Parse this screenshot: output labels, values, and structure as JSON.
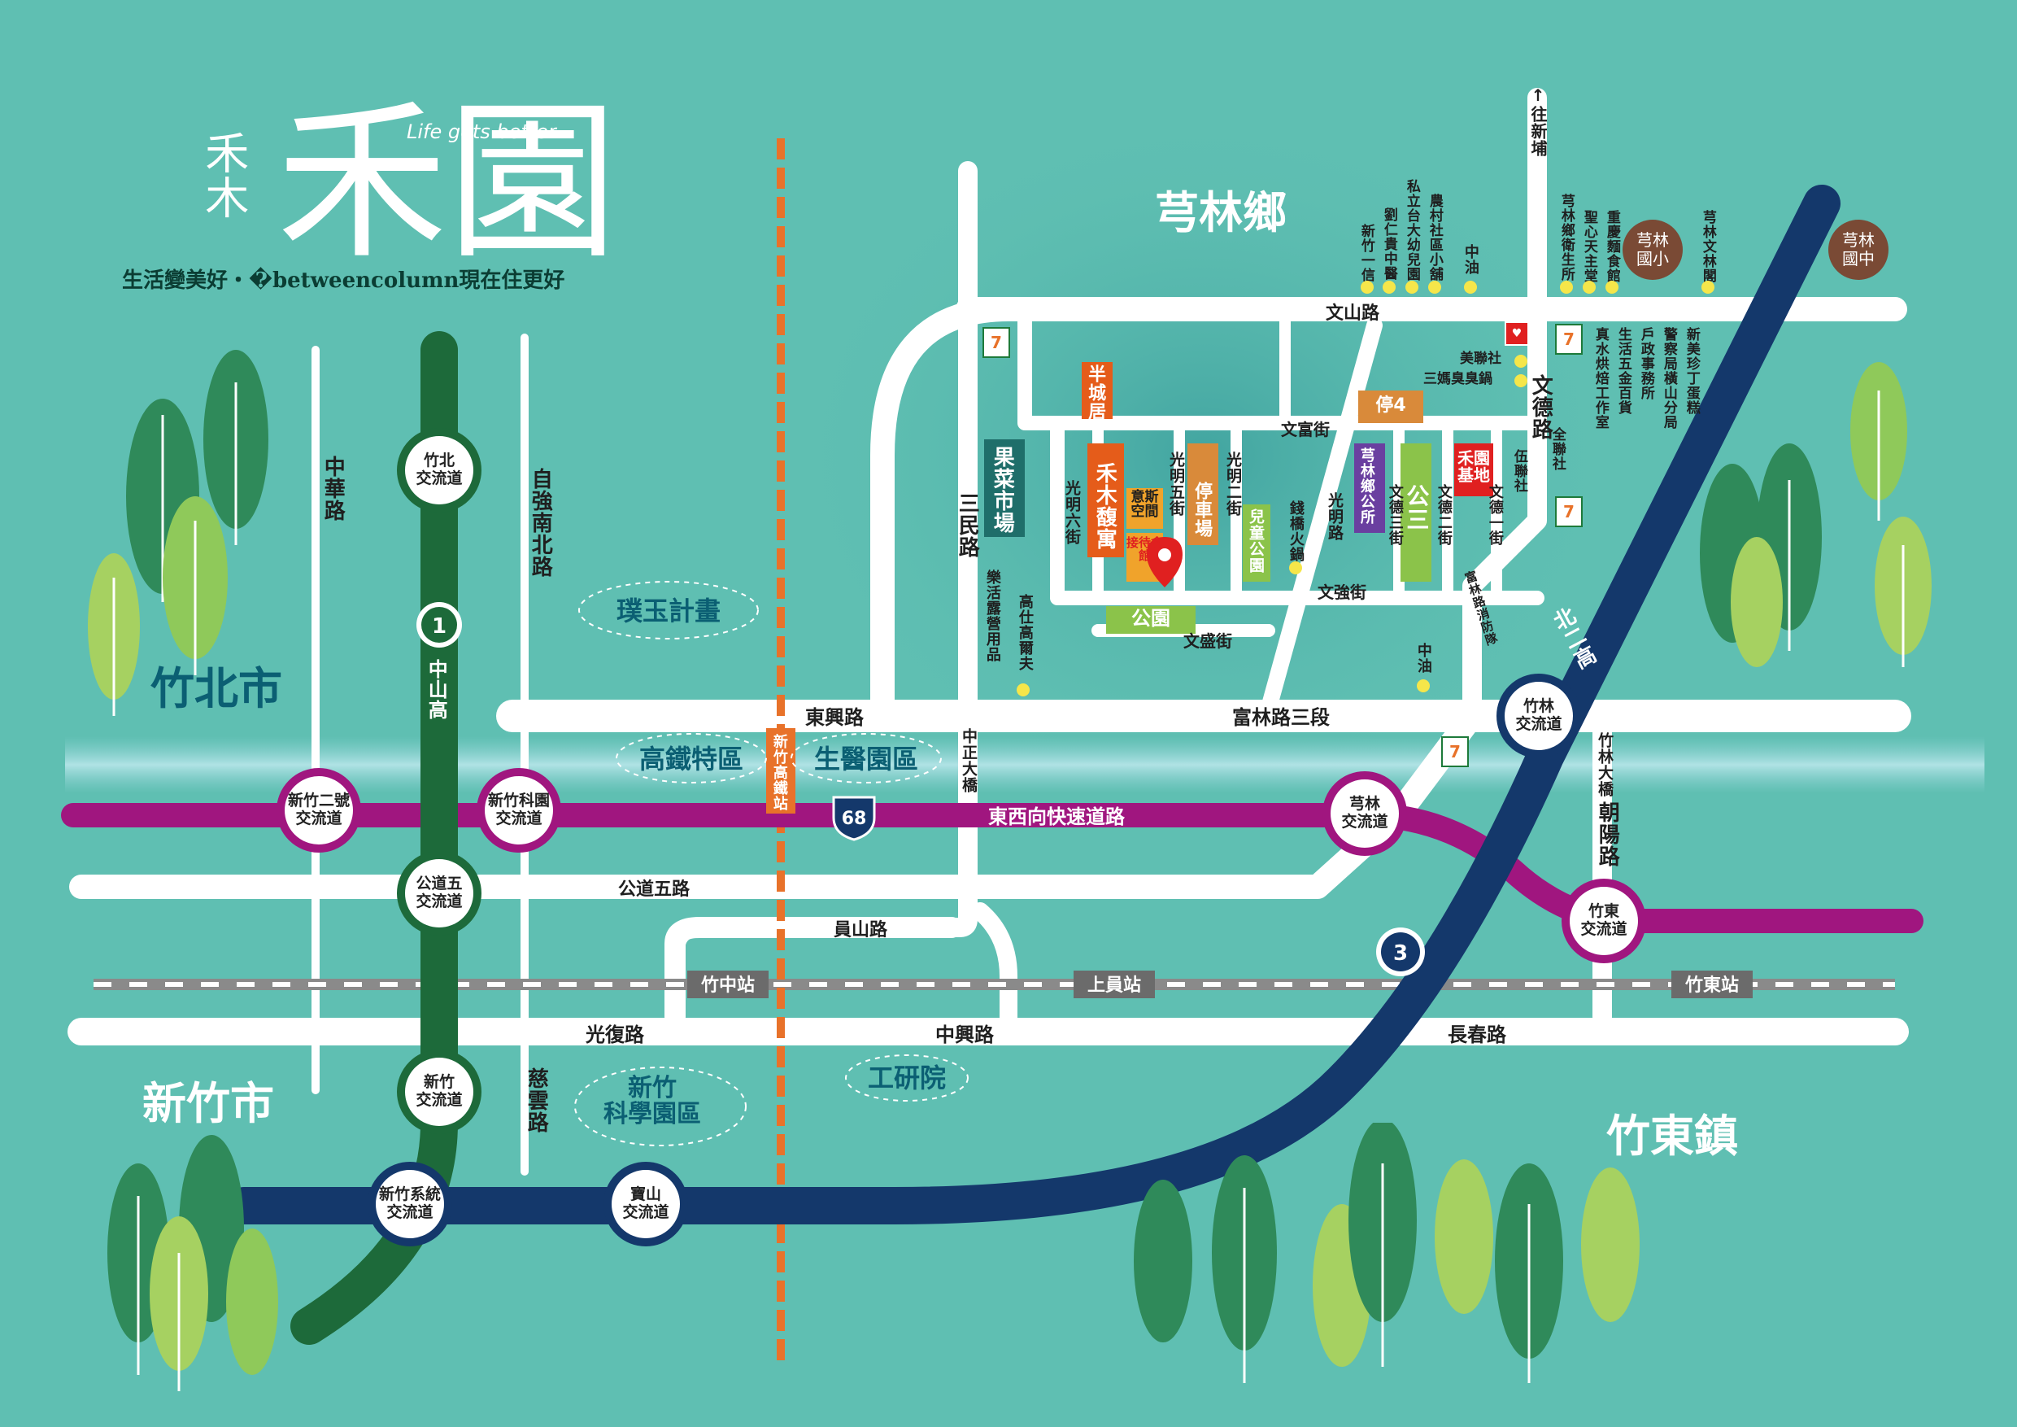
{
  "brand": {
    "logo_small": "禾木",
    "logo_large": "禾園",
    "tagline_en": "Life gets better",
    "slogan": "生活變美好・�betweencolumn現在住更好"
  },
  "towns": {
    "qionglin": "芎林鄉",
    "zhubei": "竹北市",
    "hsinchu": "新竹市",
    "zhudong": "竹東鎮"
  },
  "highways": {
    "hw1_number": "1",
    "hw1_name": "中山高",
    "hw3_number": "3",
    "hw3_name": "北二高",
    "route68_number": "68",
    "route68_name": "東西向快速道路"
  },
  "interchanges": {
    "zhubei": "竹北\n交流道",
    "hsinchu2": "新竹二號\n交流道",
    "hsinchu_sci": "新竹科園\n交流道",
    "gongdao5": "公道五\n交流道",
    "hsinchu": "新竹\n交流道",
    "hsinchu_sys": "新竹系統\n交流道",
    "baoshan": "寶山\n交流道",
    "zhulin": "竹林\n交流道",
    "qionglin": "芎林\n交流道",
    "zhudong": "竹東\n交流道"
  },
  "roads": {
    "wenshan": "文山路",
    "wende": "文德路",
    "wenfu": "文富街",
    "wenqiang": "文強街",
    "wensheng": "文盛街",
    "dongxing": "東興路",
    "fulin3": "富林路三段",
    "gongdao5": "公道五路",
    "yuanshan": "員山路",
    "guangfu": "光復路",
    "zhongxing": "中興路",
    "changchun": "長春路",
    "zhonghua": "中華路",
    "ziqiang": "自強南北路",
    "ciyun": "慈雲路",
    "sanmin": "三民路",
    "chaoyang": "朝陽路",
    "to_xinpu": "↑往新埔",
    "guangming6": "光明六街",
    "guangming5": "光明五街",
    "guangming2": "光明二街",
    "guangming": "光明路",
    "wende3": "文德三街",
    "wende2": "文德二街",
    "wende1": "文德一街"
  },
  "bridges": {
    "zhongzheng": "中正大橋",
    "zhulin": "竹林大橋"
  },
  "stations": {
    "hsr": "新竹高鐵站",
    "zhuzhong": "竹中站",
    "shangyuan": "上員站",
    "zhudong": "竹東站"
  },
  "areas": {
    "puyu": "璞玉計畫",
    "hsr_zone": "高鐵特區",
    "biomed": "生醫園區",
    "itri": "工研院",
    "science_park": "新竹\n科學園區"
  },
  "blocks": {
    "bancheng": "半城居",
    "guoc_market": "果菜市場",
    "hemu_fuyu": "禾木馥寓",
    "yisi": "意斯空間",
    "reception": "接待會館",
    "parking": "停車場",
    "childpark": "兒童公園",
    "park": "公園",
    "ting4": "停4",
    "township_office": "芎林鄉公所",
    "gong3": "公三",
    "site": "禾園基地"
  },
  "pois": {
    "yonghe_shop": "樂活露營用品",
    "gaoshi_golf": "高仕高爾夫",
    "qian_hotpot": "錢橋火鍋",
    "gas1": "中油",
    "gas2": "中油",
    "ren_clinic": "新竹一信",
    "liu_clinic": "劉仁貴中醫",
    "dachild": "私立台大幼兒園",
    "village_store": "農村社區小舖",
    "health_center": "芎林鄉衛生所",
    "shengxin": "聖心天主堂",
    "noodle": "重慶麵食館",
    "wenlin": "芎林文林閣",
    "meilian": "美聯社",
    "sanma": "三媽臭臭鍋",
    "quanlian": "全聯社",
    "wulian": "伍聯社",
    "zhenshui": "真水烘焙工作室",
    "life_hardware": "生活五金百貨",
    "household": "戶政事務所",
    "police": "警察局橫山分局",
    "xinmei": "新美珍丁蛋糕",
    "fire": "富林路消防隊"
  },
  "schools": {
    "qionglin_elem": "芎林\n國小",
    "qionglin_jr": "芎林\n國中"
  },
  "store_brand": "7-ELEVEN",
  "colors": {
    "bg": "#5fbfb2",
    "hw1": "#1d6a3a",
    "hw3": "#14386b",
    "route68": "#a0167f",
    "hsr_line": "#e8722a",
    "road": "#ffffff",
    "text_dark": "#1f1f1f"
  }
}
